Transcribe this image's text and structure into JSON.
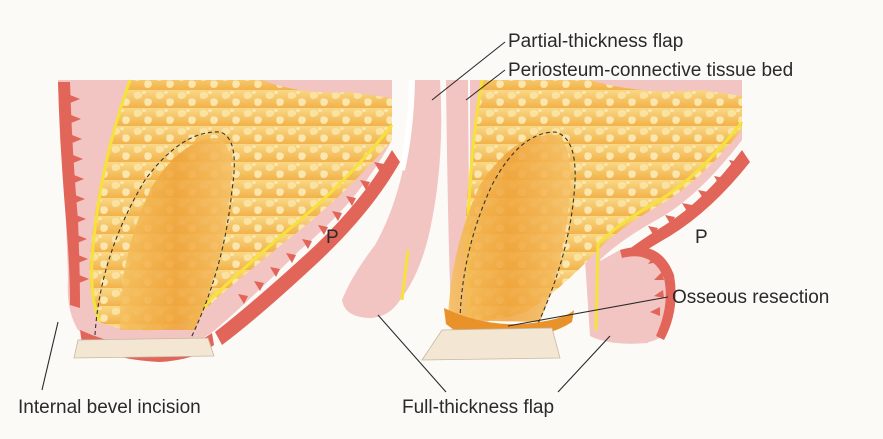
{
  "labels": {
    "partial_thickness_flap": "Partial-thickness flap",
    "periosteum_bed": "Periosteum-connective tissue bed",
    "palate_left": "P",
    "palate_right": "P",
    "osseous_resection": "Osseous resection",
    "internal_bevel_incision": "Internal bevel incision",
    "full_thickness_flap": "Full-thickness flap"
  },
  "colors": {
    "background": "#fbfaf7",
    "soft_tissue": "#f2c4c2",
    "epithelium": "#e2655a",
    "bone_yellow": "#f7c95a",
    "bone_line": "#f6e23a",
    "root_orange": "#f0a33c",
    "cancellous_hole": "#fbe4a4"
  }
}
